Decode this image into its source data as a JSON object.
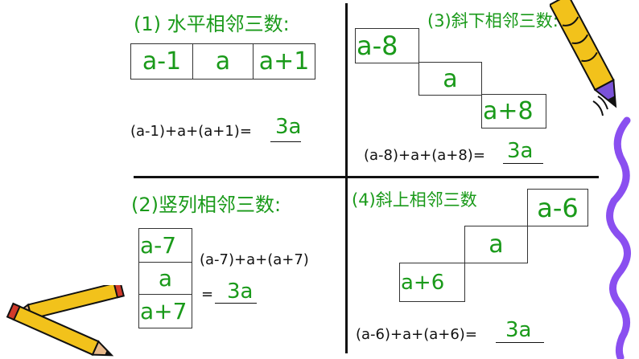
{
  "q1": {
    "title": "(1) 水平相邻三数:",
    "cells": [
      "a-1",
      "a",
      "a+1"
    ],
    "equation": "(a-1)+a+(a+1)=",
    "answer": "3a"
  },
  "q2": {
    "title": "(2)竖列相邻三数:",
    "cells": [
      "a-7",
      "a",
      "a+7"
    ],
    "equation_line1": "(a-7)+a+(a+7)",
    "equation_line2": "=",
    "answer": "3a"
  },
  "q3": {
    "title": "(3)斜下相邻三数:",
    "cells": [
      "a-8",
      "a",
      "a+8"
    ],
    "equation": "(a-8)+a+(a+8)=",
    "answer": "3a"
  },
  "q4": {
    "title": "(4)斜上相邻三数",
    "cells": [
      "a-6",
      "a",
      "a+6"
    ],
    "equation": "(a-6)+a+(a+6)=",
    "answer": "3a"
  },
  "colors": {
    "text_green": "#1a9a1a",
    "pencil_yellow": "#f2c21b",
    "pencil_purple": "#7a52d8",
    "ribbon_purple": "#8a4ff0"
  },
  "icons": [
    "pencil-clipart-top-right",
    "pencils-clipart-bottom-left",
    "purple-ribbon-decoration"
  ]
}
